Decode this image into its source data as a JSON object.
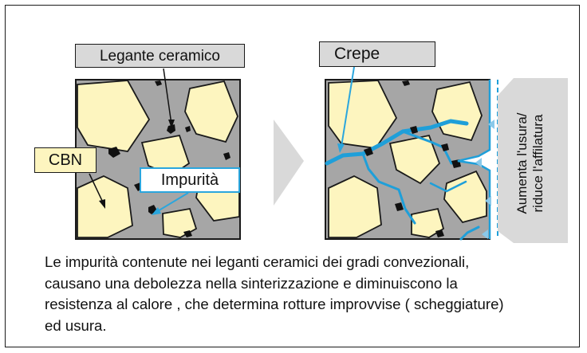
{
  "labels": {
    "legante": "Legante ceramico",
    "crepe": "Crepe",
    "cbn": "CBN",
    "impurita": "Impurità",
    "aumenta_line1": "Aumenta l'usura/",
    "aumenta_line2": "riduce l'affilatura"
  },
  "caption": {
    "lines": [
      "Le impurità contenute nei leganti ceramici dei gradi convezionali,",
      "causano una debolezza nella sinterizzazione e diminuiscono la",
      "resistenza al calore , che determina rotture improvvise ( scheggiature)",
      "ed usura."
    ]
  },
  "colors": {
    "binder": "#a6a6a6",
    "grain": "#fdf5bf",
    "crack": "#1f9fd9",
    "arrow": "#d9d9d9",
    "outline": "#1a1a1a"
  }
}
